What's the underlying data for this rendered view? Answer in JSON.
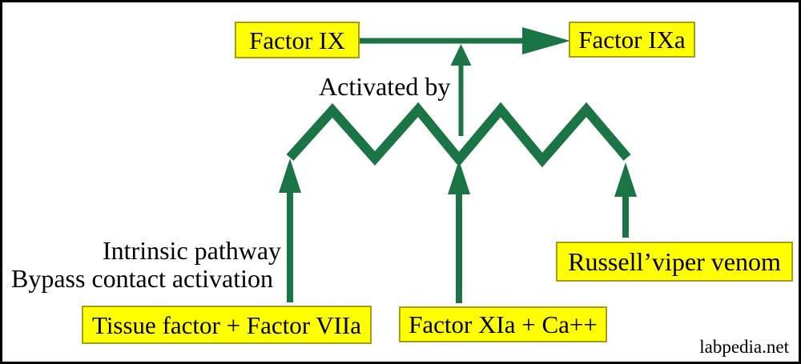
{
  "colors": {
    "arrow_green": "#1a7444",
    "box_fill": "#ffff00",
    "box_border": "#a59d12",
    "ink": "#000000",
    "page_border": "#000000"
  },
  "diagram": {
    "nodes": {
      "factor_ix": {
        "label": "Factor IX"
      },
      "factor_ixa": {
        "label": "Factor IXa"
      },
      "tissue_factor": {
        "label": "Tissue factor + Factor VIIa"
      },
      "factor_xia": {
        "label": "Factor XIa + Ca++"
      },
      "russell_viper": {
        "label": "Russell’viper venom"
      }
    },
    "labels": {
      "activated_by": "Activated by",
      "intrinsic_pathway": "Intrinsic pathway",
      "bypass_contact": "Bypass contact activation"
    },
    "watermark": "labpedia.net",
    "connections": [
      {
        "from": "factor_ix",
        "to": "factor_ixa",
        "type": "horizontal-arrow"
      },
      {
        "from": "tissue_factor",
        "to": "zigzag-left-end",
        "type": "up-arrow"
      },
      {
        "from": "factor_xia",
        "to": "zigzag-middle-valley",
        "type": "up-arrow"
      },
      {
        "from": "russell_viper",
        "to": "zigzag-right-end",
        "type": "up-arrow"
      },
      {
        "from": "zigzag-middle-valley",
        "to": "factor_ix-to-ixa-arrow",
        "type": "up-arrow"
      }
    ]
  }
}
